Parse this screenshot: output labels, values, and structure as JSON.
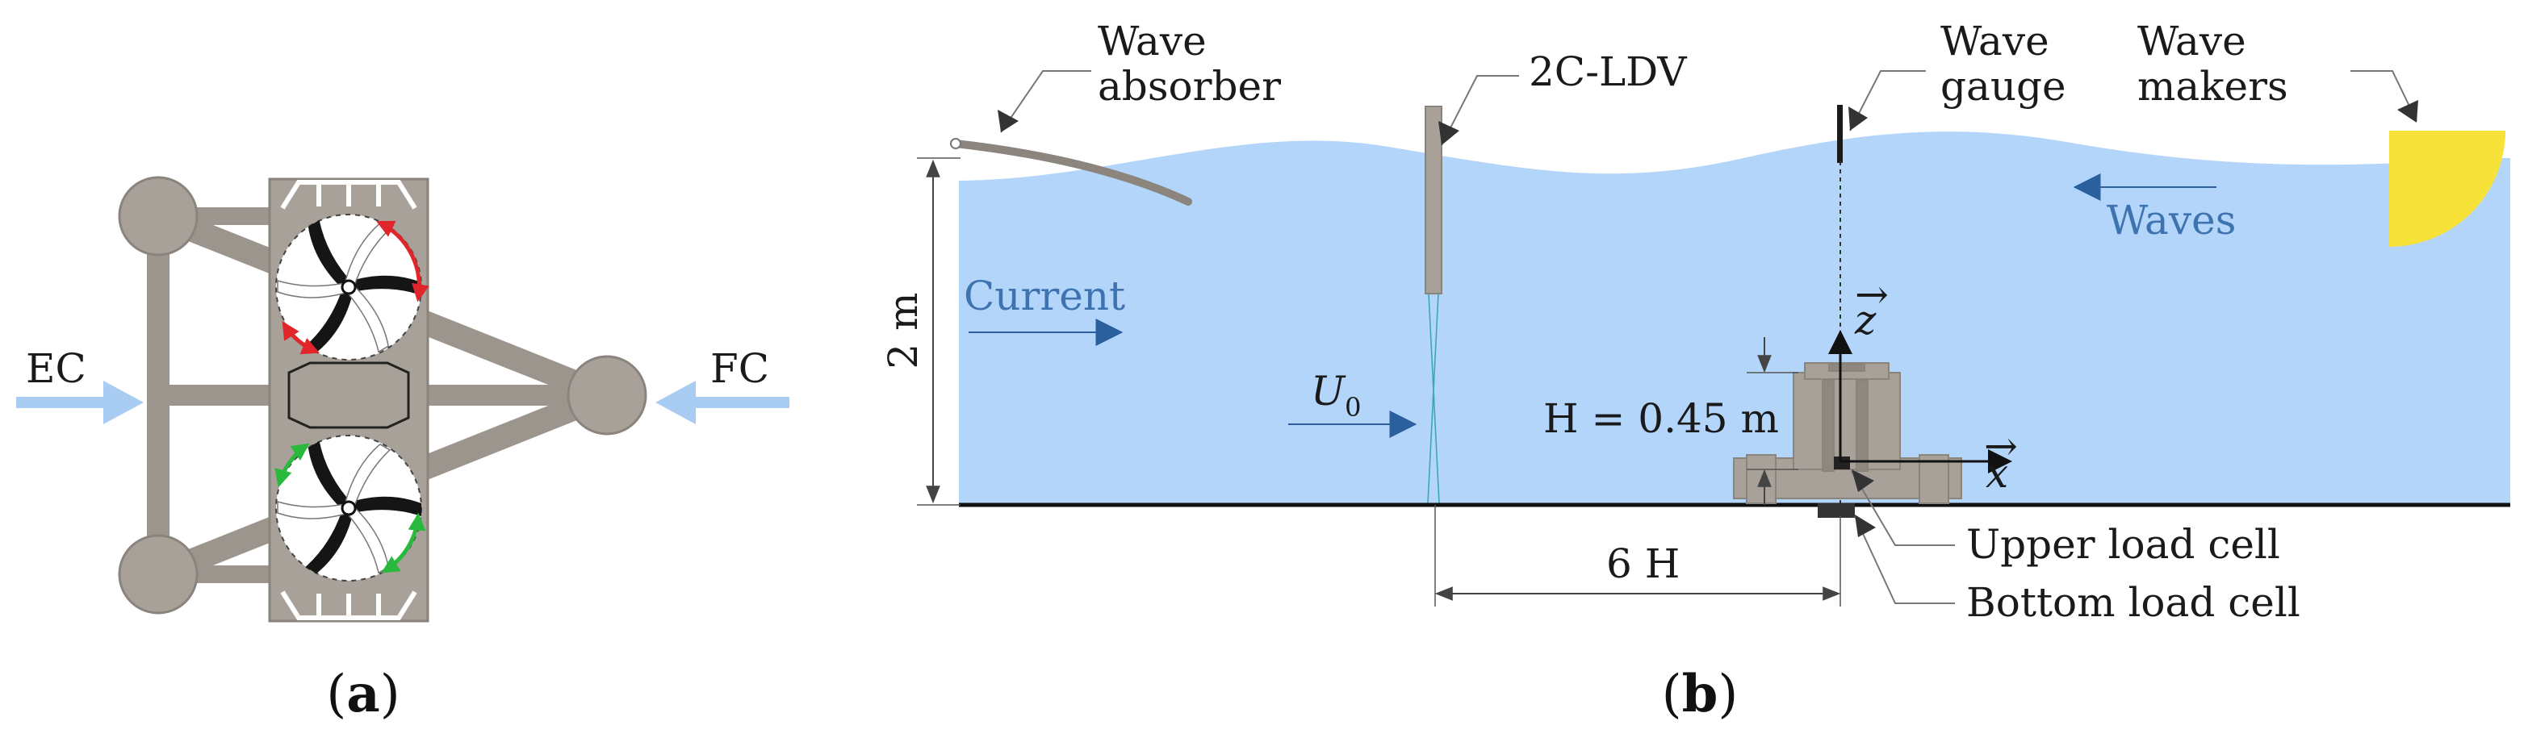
{
  "panel_a": {
    "caption_open": "(",
    "caption_letter": "a",
    "caption_close": ")",
    "left_flow_label": "EC",
    "right_flow_label": "FC"
  },
  "panel_b": {
    "caption_open": "(",
    "caption_letter": "b",
    "caption_close": ")",
    "wave_absorber": [
      "Wave",
      "absorber"
    ],
    "ldv": "2C-LDV",
    "wave_gauge": [
      "Wave",
      "gauge"
    ],
    "wave_makers": [
      "Wave",
      "makers"
    ],
    "waves": "Waves",
    "current": "Current",
    "depth": "2 m",
    "u0_symbol": "U",
    "u0_subscript": "0",
    "height": "H = 0.45 m",
    "z_axis": "z",
    "x_axis": "x",
    "distance": "6 H",
    "upper_load_cell": "Upper load cell",
    "bottom_load_cell": "Bottom load cell"
  },
  "colors": {
    "water": "#b3d5fa",
    "structure": "#a8a199",
    "current_arrow": "#2c5f9e",
    "inflow_arrow": "#a9ccf3",
    "rotation_red": "#e0262b",
    "rotation_green": "#29b93c",
    "wave_maker": "#f7e23a"
  }
}
